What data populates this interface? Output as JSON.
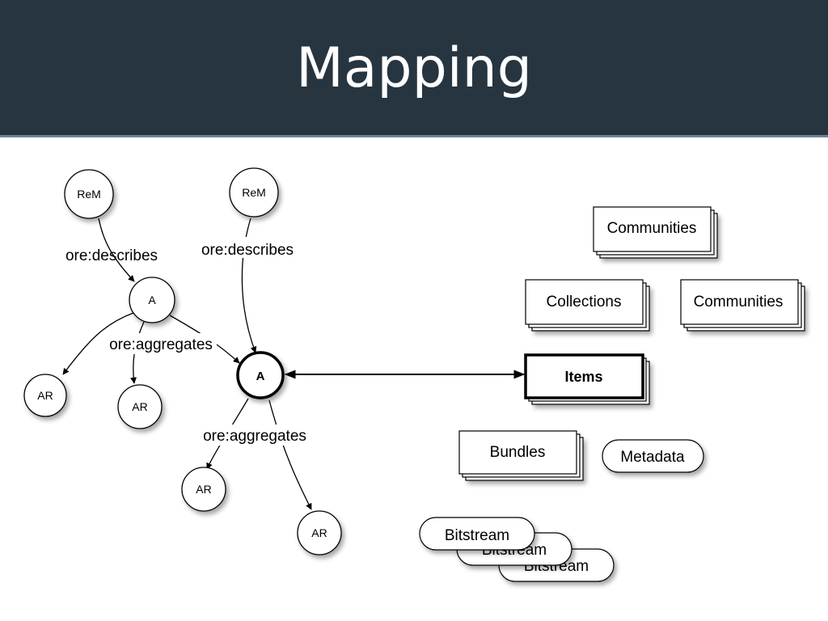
{
  "title": "Mapping",
  "nodes": {
    "rem_left": "ReM",
    "rem_center": "ReM",
    "a_left": "A",
    "a_center": "A",
    "ar_1": "AR",
    "ar_2": "AR",
    "ar_3": "AR",
    "ar_4": "AR"
  },
  "edge_labels": {
    "describes_left": "ore:describes",
    "describes_center": "ore:describes",
    "aggregates_left": "ore:aggregates",
    "aggregates_center": "ore:aggregates"
  },
  "stacks": {
    "communities_top": "Communities",
    "collections": "Collections",
    "communities_right": "Communities",
    "items": "Items",
    "bundles": "Bundles",
    "metadata": "Metadata",
    "bitstream_1": "Bitstream",
    "bitstream_2": "Bitstream",
    "bitstream_3": "Bitstream"
  },
  "colors": {
    "title_bar": "#263540",
    "title_text": "#ffffff"
  }
}
